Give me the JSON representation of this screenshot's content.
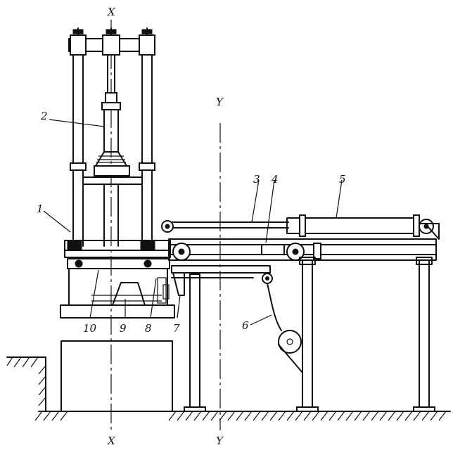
{
  "axes": {
    "x_top": "X",
    "x_bottom": "X",
    "y_top": "Y",
    "y_bottom": "Y"
  },
  "labels": {
    "l1": "1",
    "l2": "2",
    "l3": "3",
    "l4": "4",
    "l5": "5",
    "l6": "6",
    "l7": "7",
    "l8": "8",
    "l9": "9",
    "l10": "10"
  }
}
